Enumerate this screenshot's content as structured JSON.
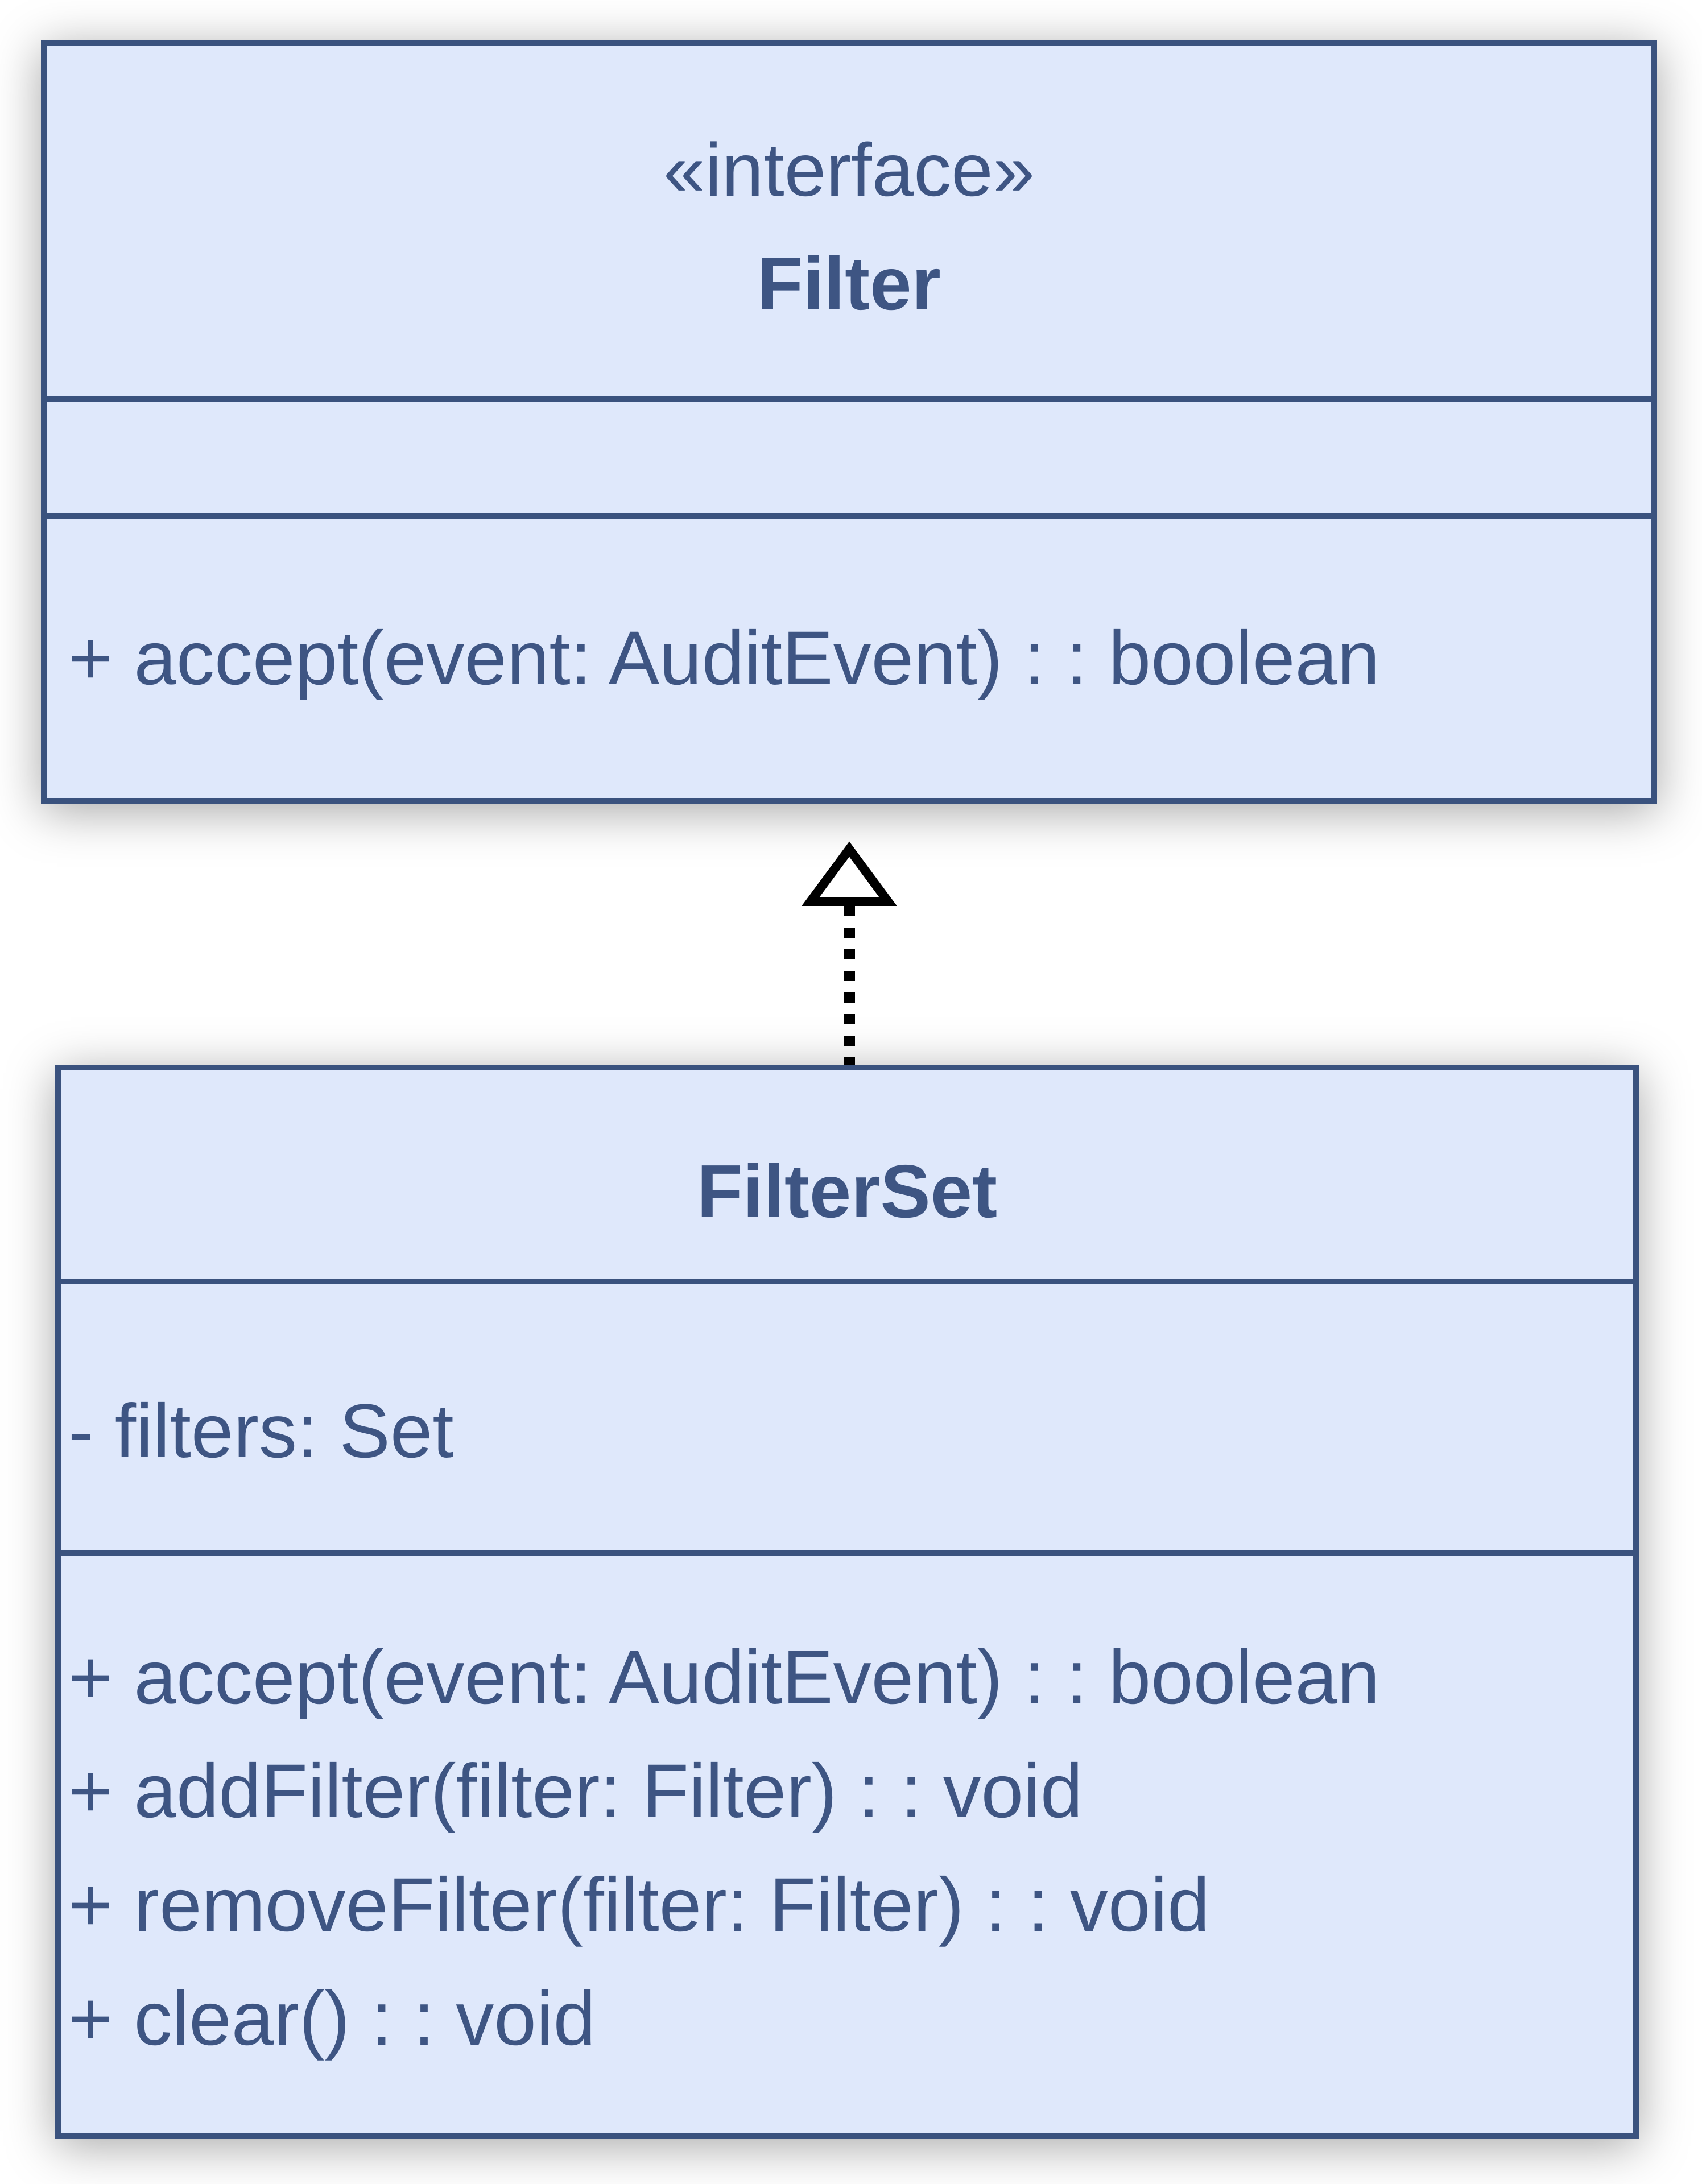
{
  "diagram": {
    "colors": {
      "background": "#ffffff",
      "box_fill": "#dfe8fb",
      "box_border": "#3a527e",
      "text": "#3e5583",
      "arrow": "#000000"
    },
    "interface_box": {
      "stereotype": "«interface»",
      "name": "Filter",
      "methods": [
        "+ accept(event: AuditEvent) : : boolean"
      ]
    },
    "filterset_box": {
      "name": "FilterSet",
      "attributes": [
        "- filters: Set"
      ],
      "methods": [
        "+ accept(event: AuditEvent) : : boolean",
        "+ addFilter(filter: Filter) : : void",
        "+ removeFilter(filter: Filter) : : void",
        "+ clear() : : void"
      ]
    },
    "relationship": {
      "type": "realization",
      "from": "FilterSet",
      "to": "Filter",
      "line_style": "dashed",
      "arrowhead": "hollow-triangle"
    }
  }
}
